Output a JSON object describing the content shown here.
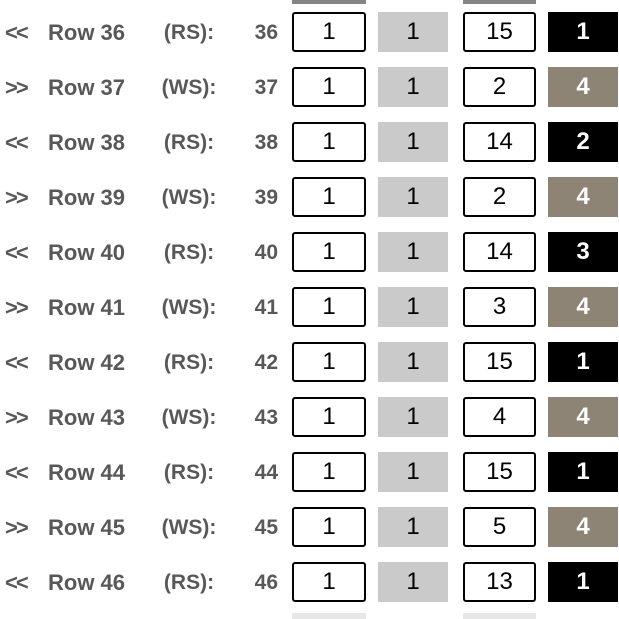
{
  "palette": {
    "label_text": "#58585a",
    "cell_border": "#000000",
    "plain_cell_bg": "#cacaca",
    "rs_count_cell_bg": "#000000",
    "ws_count_cell_bg": "#8d8476",
    "dark_cell_text": "#ffffff",
    "background": "#ffffff"
  },
  "rows": [
    {
      "arrow": "<<",
      "label": "Row 36",
      "side": "(RS):",
      "num": "36",
      "c1": "1",
      "c2": "1",
      "c3": "15",
      "c4": "1",
      "c4_variant": "rs"
    },
    {
      "arrow": ">>",
      "label": "Row 37",
      "side": "(WS):",
      "num": "37",
      "c1": "1",
      "c2": "1",
      "c3": "2",
      "c4": "4",
      "c4_variant": "ws"
    },
    {
      "arrow": "<<",
      "label": "Row 38",
      "side": "(RS):",
      "num": "38",
      "c1": "1",
      "c2": "1",
      "c3": "14",
      "c4": "2",
      "c4_variant": "rs"
    },
    {
      "arrow": ">>",
      "label": "Row 39",
      "side": "(WS):",
      "num": "39",
      "c1": "1",
      "c2": "1",
      "c3": "2",
      "c4": "4",
      "c4_variant": "ws"
    },
    {
      "arrow": "<<",
      "label": "Row 40",
      "side": "(RS):",
      "num": "40",
      "c1": "1",
      "c2": "1",
      "c3": "14",
      "c4": "3",
      "c4_variant": "rs"
    },
    {
      "arrow": ">>",
      "label": "Row 41",
      "side": "(WS):",
      "num": "41",
      "c1": "1",
      "c2": "1",
      "c3": "3",
      "c4": "4",
      "c4_variant": "ws"
    },
    {
      "arrow": "<<",
      "label": "Row 42",
      "side": "(RS):",
      "num": "42",
      "c1": "1",
      "c2": "1",
      "c3": "15",
      "c4": "1",
      "c4_variant": "rs"
    },
    {
      "arrow": ">>",
      "label": "Row 43",
      "side": "(WS):",
      "num": "43",
      "c1": "1",
      "c2": "1",
      "c3": "4",
      "c4": "4",
      "c4_variant": "ws"
    },
    {
      "arrow": "<<",
      "label": "Row 44",
      "side": "(RS):",
      "num": "44",
      "c1": "1",
      "c2": "1",
      "c3": "15",
      "c4": "1",
      "c4_variant": "rs"
    },
    {
      "arrow": ">>",
      "label": "Row 45",
      "side": "(WS):",
      "num": "45",
      "c1": "1",
      "c2": "1",
      "c3": "5",
      "c4": "4",
      "c4_variant": "ws"
    },
    {
      "arrow": "<<",
      "label": "Row 46",
      "side": "(RS):",
      "num": "46",
      "c1": "1",
      "c2": "1",
      "c3": "13",
      "c4": "1",
      "c4_variant": "rs"
    }
  ]
}
